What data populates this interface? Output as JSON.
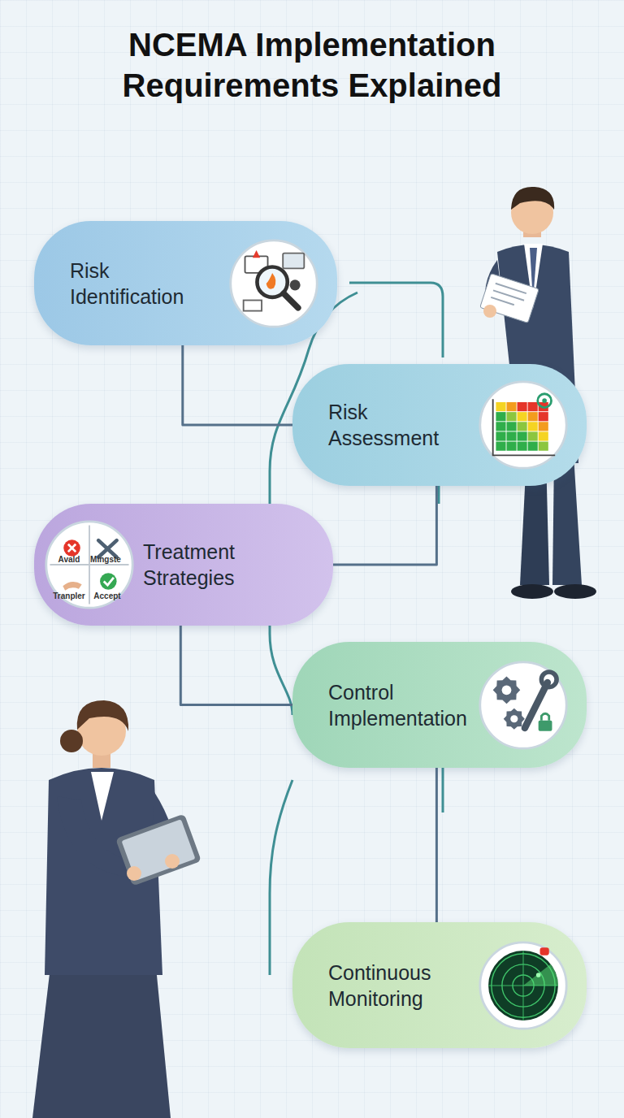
{
  "diagram": {
    "title": "NCEMA Implementation Requirements Explained",
    "nodes": [
      {
        "text": [
          "Risk Identification"
        ]
      },
      {
        "text": [
          "Risk Assessment"
        ]
      },
      {
        "text": [
          "Treatment Strategies"
        ]
      },
      {
        "text": [
          "Control Implementation"
        ]
      },
      {
        "text": [
          "Continuous Monitoring"
        ]
      }
    ],
    "edges": [
      {
        "from": 0,
        "to": 1,
        "arrow": "none"
      },
      {
        "from": 1,
        "to": 2,
        "arrow": "none"
      },
      {
        "from": 2,
        "to": 3,
        "arrow": "none"
      },
      {
        "from": 3,
        "to": 4,
        "arrow": "none"
      }
    ],
    "labels": [
      "Avald",
      "Mingste",
      "Tranpler",
      "Accept"
    ]
  }
}
